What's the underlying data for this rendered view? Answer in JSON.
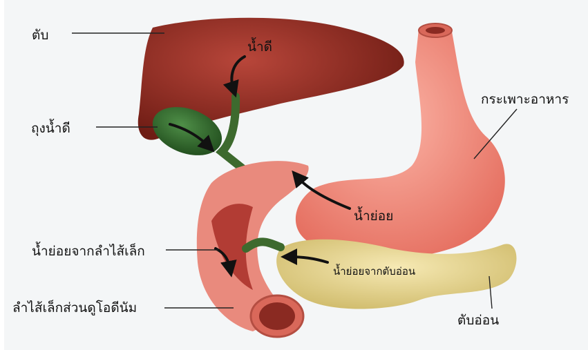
{
  "labels": {
    "liver": "ตับ",
    "bile": "น้ำดี",
    "gallbladder": "ถุงน้ำดี",
    "stomach": "กระเพาะอาหาร",
    "chyme": "น้ำย่อย",
    "intestinal_juice": "น้ำย่อยจากลำไส้เล็ก",
    "pancreatic_juice": "น้ำย่อยจากตับอ่อน",
    "duodenum": "ลำไส้เล็กส่วนดูโอดีนัม",
    "pancreas": "ตับอ่อน"
  },
  "colors": {
    "liver": "#8e2a1f",
    "gallbladder": "#2f6a2a",
    "stomach": "#ef8a7c",
    "duodenum": "#e98a7d",
    "pancreas": "#e8d690"
  }
}
